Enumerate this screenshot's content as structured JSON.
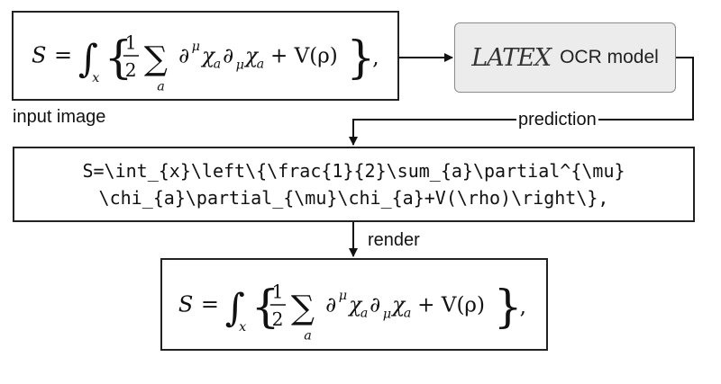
{
  "equation": {
    "lhs": "S",
    "equals": "=",
    "integral": "∫",
    "integral_sub": "x",
    "left_brace": "{",
    "frac_num": "1",
    "frac_den": "2",
    "sum": "∑",
    "sum_sub": "a",
    "partial1": "∂",
    "partial1_sup": "μ",
    "chi1": "χ",
    "chi1_sub": "a",
    "partial2": "∂",
    "partial2_sub": "μ",
    "chi2": "χ",
    "chi2_sub": "a",
    "plus_v": "+ V(ρ)",
    "right_brace": "}",
    "comma": ","
  },
  "labels": {
    "input_image": "input image",
    "latex_logo": "LATEX",
    "ocr_model": "OCR model",
    "prediction": "prediction",
    "render": "render"
  },
  "code": {
    "line1": "S=\\int_{x}\\left\\{\\frac{1}{2}\\sum_{a}\\partial^{\\mu}",
    "line2": "\\chi_{a}\\partial_{\\mu}\\chi_{a}+V(\\rho)\\right\\},"
  }
}
